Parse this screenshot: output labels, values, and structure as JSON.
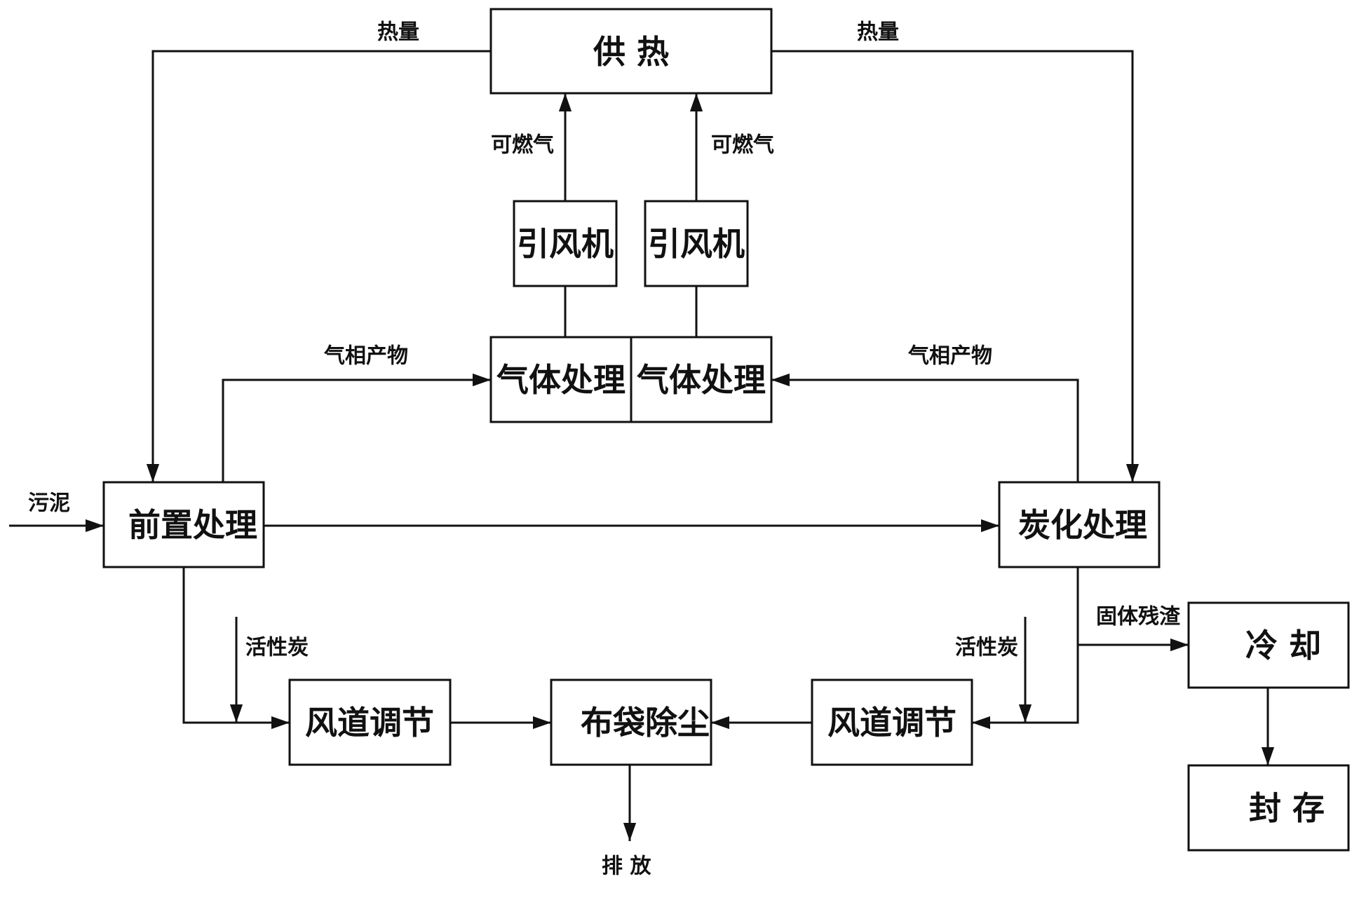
{
  "nodes": {
    "supply_heat": "供 热",
    "fan_left": "引风机",
    "fan_right": "引风机",
    "gas_left": "气体处理",
    "gas_right": "气体处理",
    "pretreat": "前置处理",
    "carbonize": "炭化处理",
    "duct_left": "风道调节",
    "bag_filter": "布袋除尘",
    "duct_right": "风道调节",
    "cooling": "冷 却",
    "storage": "封 存"
  },
  "labels": {
    "heat_left": "热量",
    "heat_right": "热量",
    "fuel_gas_left": "可燃气",
    "fuel_gas_right": "可燃气",
    "gas_product_left": "气相产物",
    "gas_product_right": "气相产物",
    "sludge": "污泥",
    "carbon_left": "活性炭",
    "carbon_right": "活性炭",
    "solid_residue": "固体残渣",
    "discharge": "排 放"
  }
}
